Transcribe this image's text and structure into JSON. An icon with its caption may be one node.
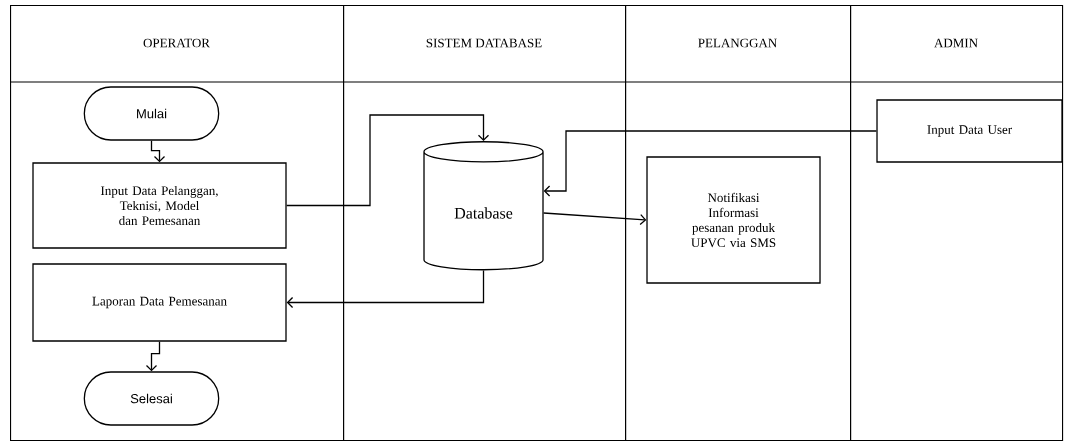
{
  "diagram": {
    "nodes": [
      {
        "text": [
          "OPERATOR"
        ]
      },
      {
        "text": [
          "SISTEM DATABASE"
        ]
      },
      {
        "text": [
          "PELANGGAN"
        ]
      },
      {
        "text": [
          "ADMIN"
        ]
      },
      {
        "text": [
          "Mulai"
        ],
        "in": 0
      },
      {
        "text": [
          "Input Data Pelanggan, Teknisi, Model dan Pemesanan"
        ],
        "in": 0
      },
      {
        "text": [
          "Laporan Data Pemesanan"
        ],
        "in": 0
      },
      {
        "text": [
          "Selesai"
        ],
        "in": 0
      },
      {
        "text": [
          "Database"
        ],
        "in": 1
      },
      {
        "text": [
          "Notifikasi Informasi pesanan produk UPVC via SMS"
        ],
        "in": 2
      },
      {
        "text": [
          "Input Data User"
        ],
        "in": 3
      }
    ],
    "edges": [
      {
        "from": 4,
        "to": 5,
        "arrow": "to"
      },
      {
        "from": 5,
        "to": 8,
        "arrow": "to"
      },
      {
        "from": 10,
        "to": 8,
        "arrow": "to"
      },
      {
        "from": 8,
        "to": 9,
        "arrow": "to"
      },
      {
        "from": 8,
        "to": 6,
        "arrow": "to"
      },
      {
        "from": 6,
        "to": 7,
        "arrow": "to"
      }
    ]
  }
}
